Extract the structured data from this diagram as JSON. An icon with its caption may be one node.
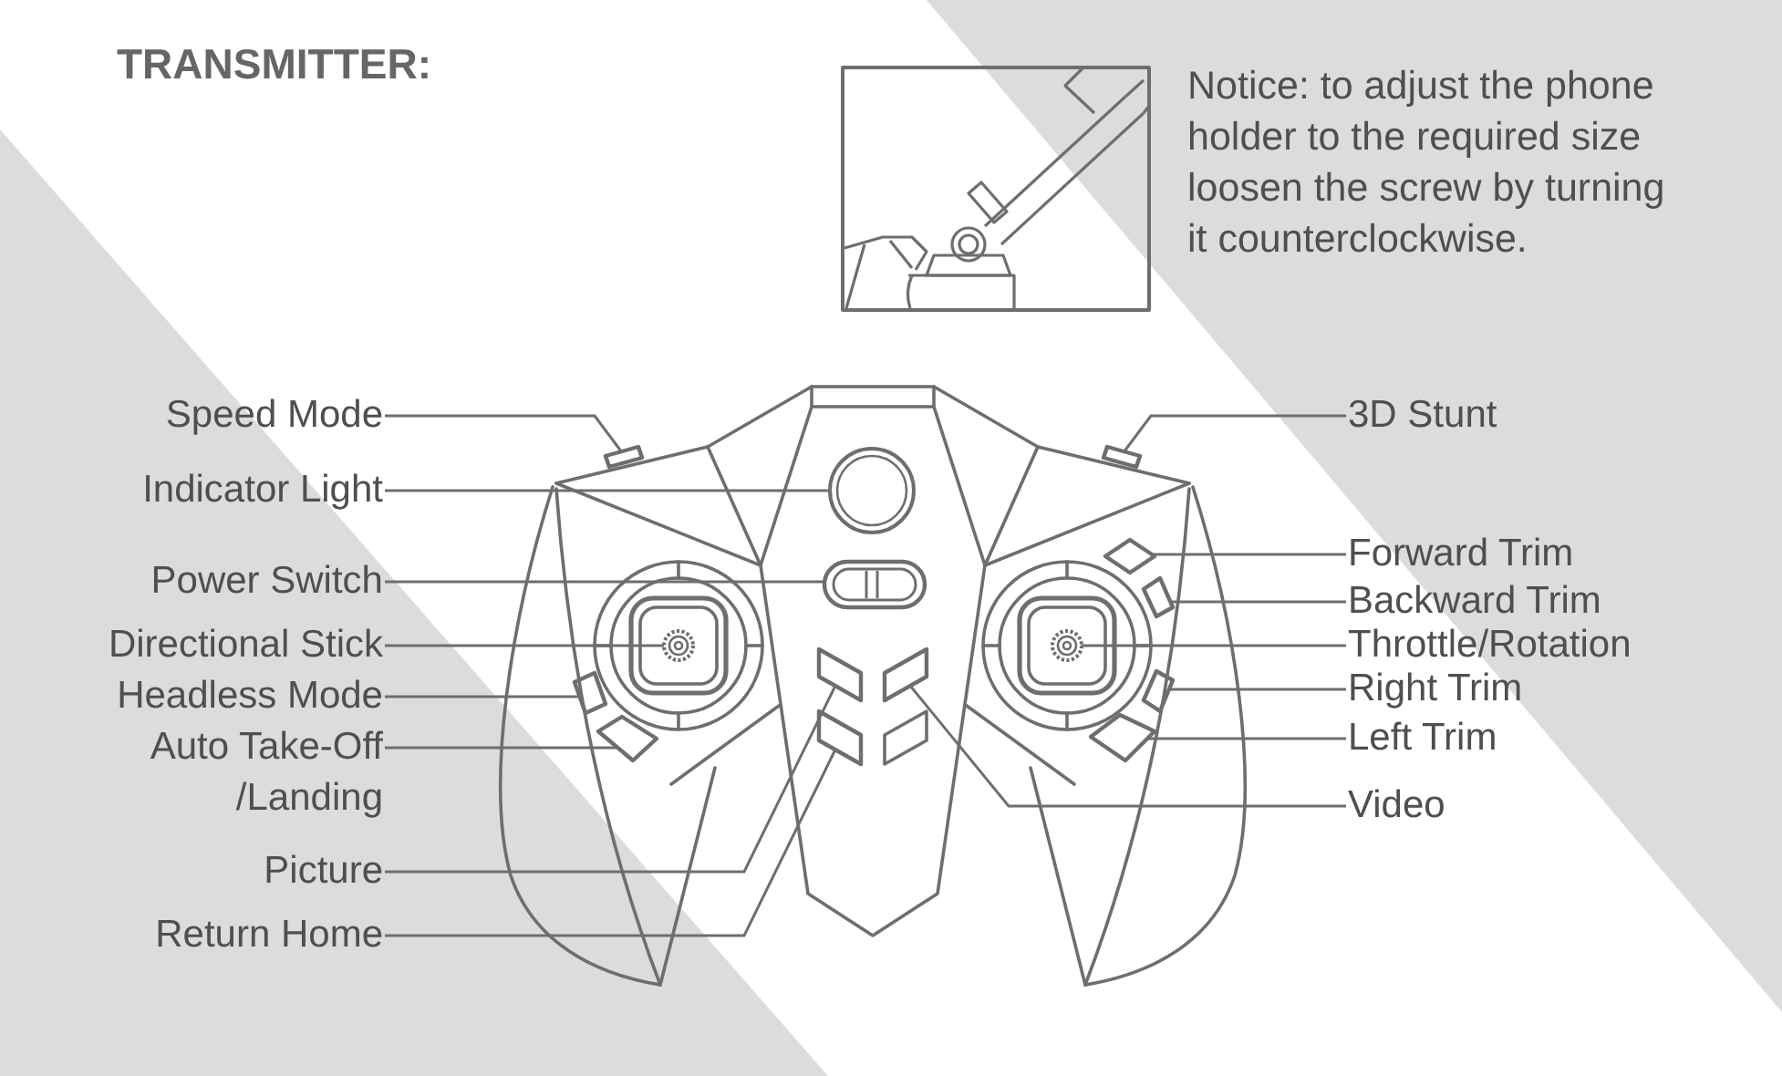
{
  "diagram": {
    "title": "TRANSMITTER:",
    "nodes": [
      {
        "text": [
          "Speed Mode"
        ]
      },
      {
        "text": [
          "Indicator Light"
        ]
      },
      {
        "text": [
          "Power Switch"
        ]
      },
      {
        "text": [
          "Directional Stick"
        ]
      },
      {
        "text": [
          "Headless Mode"
        ]
      },
      {
        "text": [
          "Auto Take-Off /Landing"
        ]
      },
      {
        "text": [
          "Picture"
        ]
      },
      {
        "text": [
          "Return Home"
        ]
      },
      {
        "text": [
          "3D Stunt"
        ]
      },
      {
        "text": [
          "Forward Trim"
        ]
      },
      {
        "text": [
          "Backward Trim"
        ]
      },
      {
        "text": [
          "Throttle/Rotation"
        ]
      },
      {
        "text": [
          "Right Trim"
        ]
      },
      {
        "text": [
          "Left Trim"
        ]
      },
      {
        "text": [
          "Video"
        ]
      },
      {
        "text": [],
        "shape": "box"
      },
      {
        "text": [],
        "shape": "circle"
      },
      {
        "text": [],
        "shape": "box"
      },
      {
        "text": [],
        "shape": "circle"
      },
      {
        "text": [],
        "shape": "box"
      },
      {
        "text": [],
        "shape": "box"
      },
      {
        "text": [],
        "shape": "box"
      },
      {
        "text": [],
        "shape": "box"
      },
      {
        "text": [],
        "shape": "box"
      },
      {
        "text": [],
        "shape": "diamond"
      },
      {
        "text": [],
        "shape": "box"
      },
      {
        "text": [],
        "shape": "circle"
      },
      {
        "text": [],
        "shape": "box"
      },
      {
        "text": [],
        "shape": "box"
      },
      {
        "text": [],
        "shape": "box"
      }
    ],
    "edges": [
      {
        "from": 0,
        "to": 15,
        "arrow": "none"
      },
      {
        "from": 1,
        "to": 16,
        "arrow": "none"
      },
      {
        "from": 2,
        "to": 17,
        "arrow": "none"
      },
      {
        "from": 3,
        "to": 18,
        "arrow": "none"
      },
      {
        "from": 4,
        "to": 19,
        "arrow": "none"
      },
      {
        "from": 5,
        "to": 20,
        "arrow": "none"
      },
      {
        "from": 6,
        "to": 21,
        "arrow": "none"
      },
      {
        "from": 7,
        "to": 22,
        "arrow": "none"
      },
      {
        "from": 8,
        "to": 23,
        "arrow": "none"
      },
      {
        "from": 9,
        "to": 24,
        "arrow": "none"
      },
      {
        "from": 10,
        "to": 25,
        "arrow": "none"
      },
      {
        "from": 11,
        "to": 26,
        "arrow": "none"
      },
      {
        "from": 12,
        "to": 27,
        "arrow": "none"
      },
      {
        "from": 13,
        "to": 28,
        "arrow": "none"
      },
      {
        "from": 14,
        "to": 29,
        "arrow": "none"
      }
    ],
    "labels": [
      "Notice: to adjust the phone holder to the required size loosen the screw by turning it counterclockwise."
    ]
  }
}
